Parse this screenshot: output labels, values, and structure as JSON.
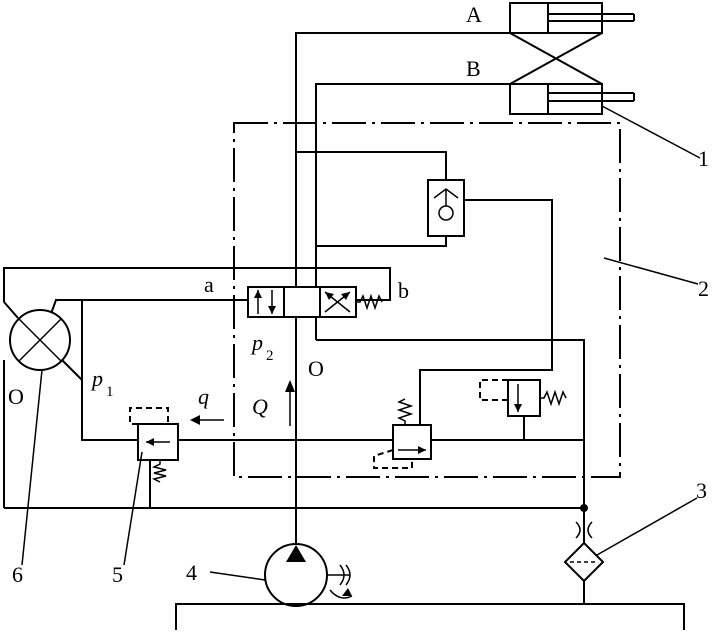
{
  "labels": {
    "port_a_top": "A",
    "port_b_top": "B",
    "port_a_valve": "a",
    "port_b_valve": "b",
    "p2_letter": "p",
    "p2_sub": "2",
    "p1_letter": "p",
    "p1_sub": "1",
    "q": "q",
    "Q": "Q",
    "o_left": "O",
    "o_mid": "O"
  },
  "callouts": [
    "1",
    "2",
    "3",
    "4",
    "5",
    "6"
  ]
}
